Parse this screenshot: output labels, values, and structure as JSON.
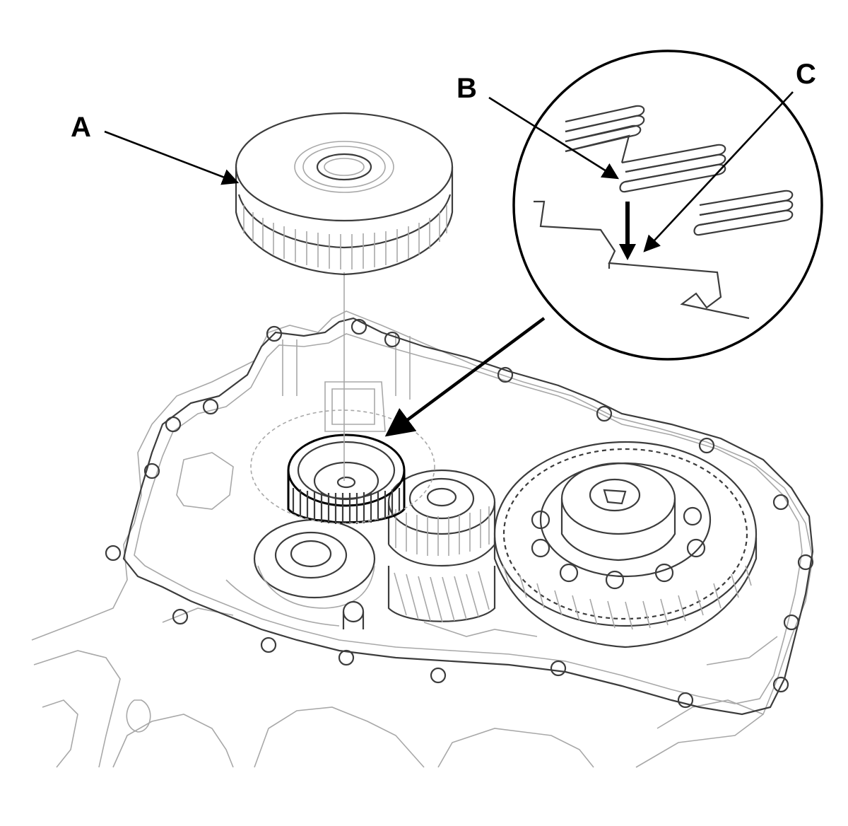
{
  "figure": {
    "callouts": [
      {
        "id": "A",
        "label": "A"
      },
      {
        "id": "B",
        "label": "B"
      },
      {
        "id": "C",
        "label": "C"
      }
    ]
  },
  "colors": {
    "line": "#000000",
    "light_line": "#a8a8a8",
    "background": "#ffffff"
  }
}
